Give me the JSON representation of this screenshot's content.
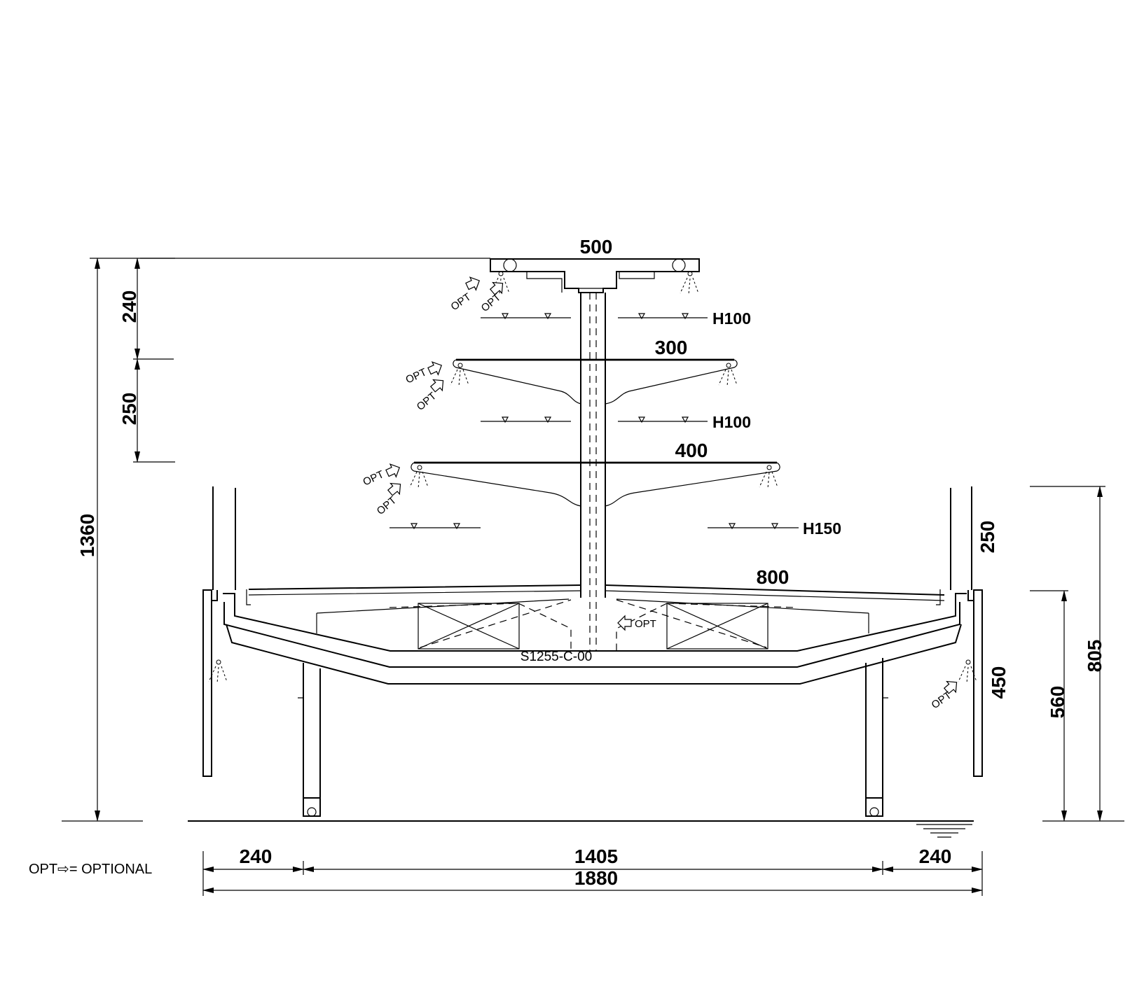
{
  "drawing": {
    "dimensions": {
      "top_width": "500",
      "shelf1_width": "300",
      "shelf2_width": "400",
      "base_width": "800",
      "total_height": "1360",
      "top_gap": "240",
      "shelf_gap": "250",
      "right_upper": "250",
      "right_outer": "805",
      "right_mid": "450",
      "right_inner": "560",
      "bottom_left": "240",
      "bottom_center": "1405",
      "bottom_right": "240",
      "bottom_total": "1880"
    },
    "clearances": {
      "level1": "H100",
      "level2": "H100",
      "level3": "H150"
    },
    "optional_label": "OPT",
    "legend": "OPT⇨= OPTIONAL",
    "model_code": "S1255-C-00"
  }
}
